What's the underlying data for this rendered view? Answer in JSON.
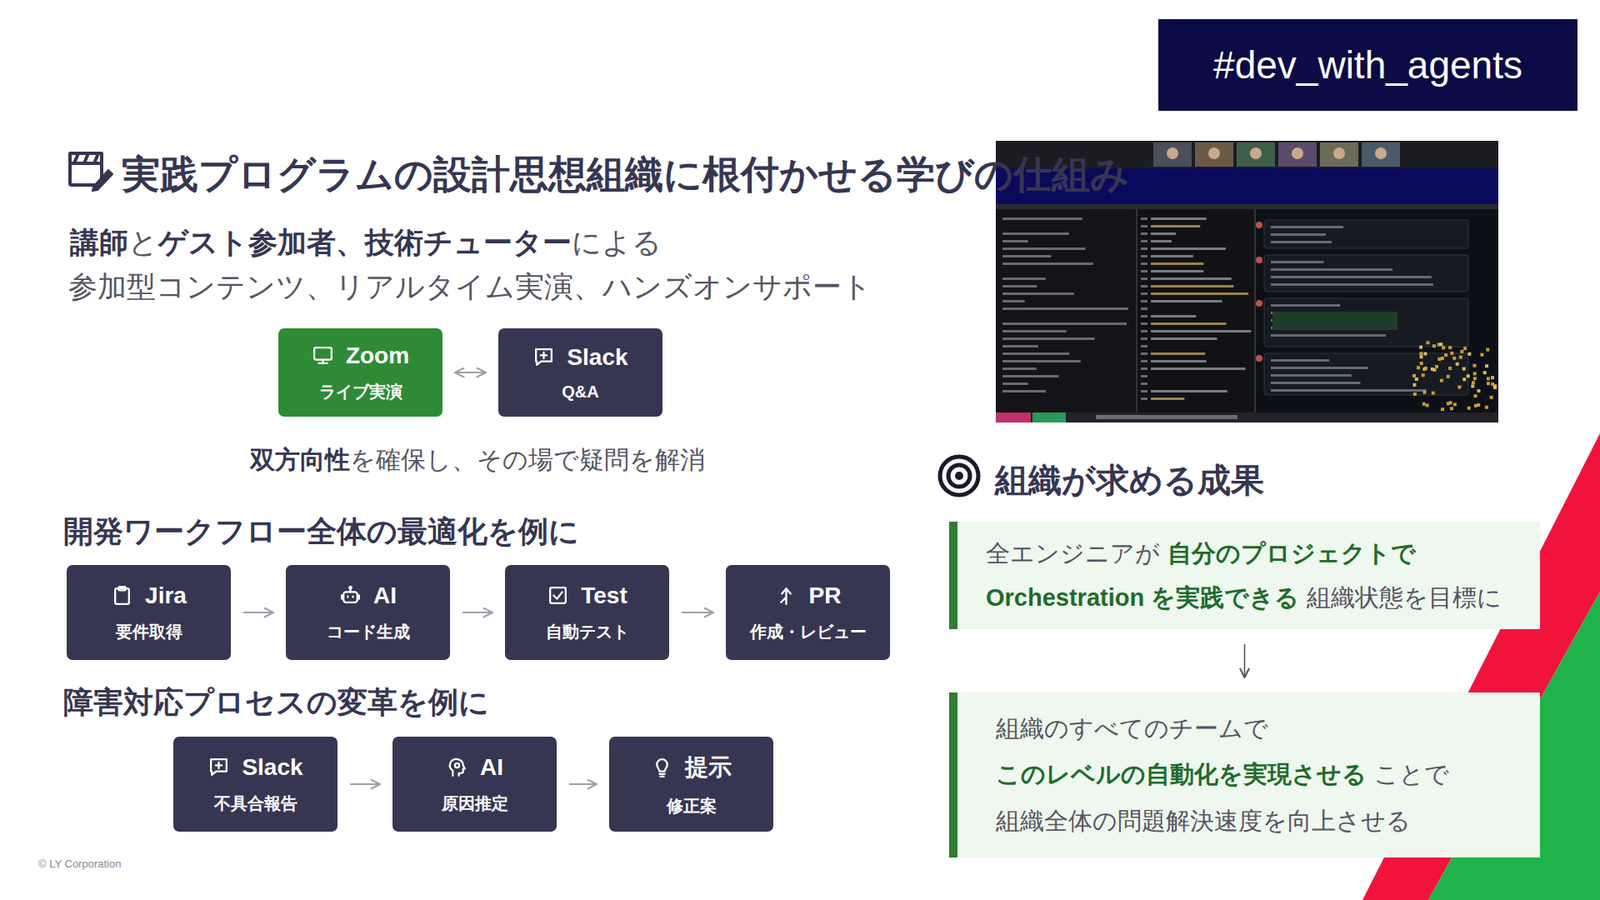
{
  "diagram": {
    "title": "実践プログラムの設計思想",
    "nodes": [
      {
        "text": [
          "#dev_with_agents"
        ]
      },
      {
        "text": [
          "Zoom",
          "ライブ実演"
        ]
      },
      {
        "text": [
          "Slack",
          "Q&A"
        ]
      },
      {
        "text": [
          "Jira",
          "要件取得"
        ]
      },
      {
        "text": [
          "AI",
          "コード生成"
        ]
      },
      {
        "text": [
          "Test",
          "自動テスト"
        ]
      },
      {
        "text": [
          "PR",
          "作成・レビュー"
        ]
      },
      {
        "text": [
          "Slack",
          "不具合報告"
        ]
      },
      {
        "text": [
          "AI",
          "原因推定"
        ]
      },
      {
        "text": [
          "提示",
          "修正案"
        ]
      },
      {
        "text": [
          "全エンジニアが",
          "自分のプロジェクトで Orchestration を実践できる",
          "組織状態を目標に"
        ]
      },
      {
        "text": [
          "組織のすべてのチームで",
          "このレベルの自動化を実現させる",
          "ことで",
          "組織全体の問題解決速度を向上させる"
        ]
      }
    ],
    "edges": [
      {
        "from": 1,
        "to": 2,
        "arrow": "both"
      },
      {
        "from": 3,
        "to": 4,
        "arrow": "to"
      },
      {
        "from": 4,
        "to": 5,
        "arrow": "to"
      },
      {
        "from": 5,
        "to": 6,
        "arrow": "to"
      },
      {
        "from": 7,
        "to": 8,
        "arrow": "to"
      },
      {
        "from": 8,
        "to": 9,
        "arrow": "to"
      },
      {
        "from": 10,
        "to": 11,
        "arrow": "to"
      }
    ],
    "labels": [
      "組織に根付かせる学びの仕組み",
      "講師",
      "と",
      "ゲスト参加者、技術チューター",
      "による",
      "参加型コンテンツ、リアルタイム実演、ハンズオンサポート",
      "双方向性",
      "を確保し、その場で疑問を解消",
      "開発ワークフロー全体の最適化を例に",
      "障害対応プロセスの変革を例に",
      "組織が求める成果",
      "© LY Corporation"
    ]
  }
}
